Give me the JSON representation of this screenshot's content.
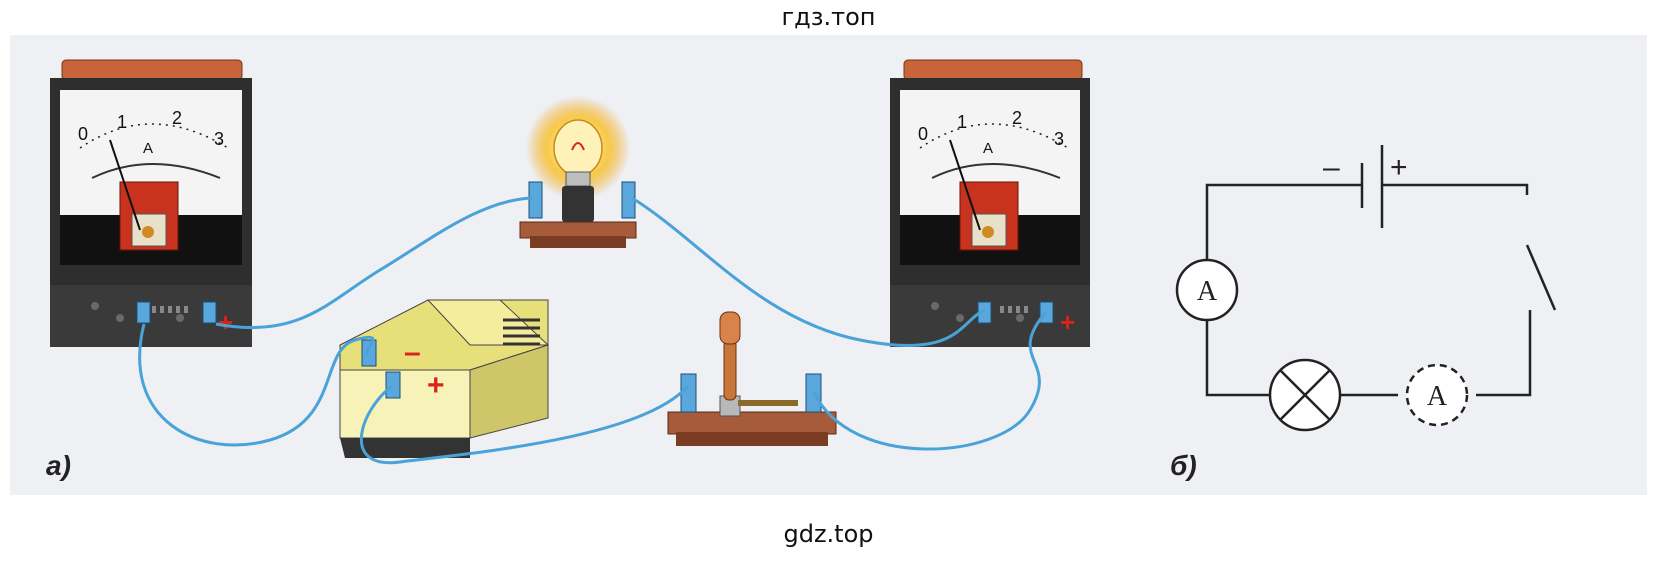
{
  "watermark_top": "гдз.топ",
  "watermark_bottom": "gdz.top",
  "figure_a": {
    "label": "а)",
    "ammeter": {
      "scale": [
        "0",
        "1",
        "2",
        "3"
      ],
      "unit": "А",
      "plus": "+"
    },
    "battery": {
      "minus": "–",
      "plus": "+"
    }
  },
  "figure_b": {
    "label": "б)",
    "battery": {
      "minus": "–",
      "plus": "+"
    },
    "ammeter_symbol": "A"
  },
  "colors": {
    "wire": "#4aa3d8",
    "meter_body": "#2b2b2b",
    "base_wood": "#8a4a2e",
    "battery_body": "#f2ea8c",
    "paper": "#eef0f4"
  }
}
